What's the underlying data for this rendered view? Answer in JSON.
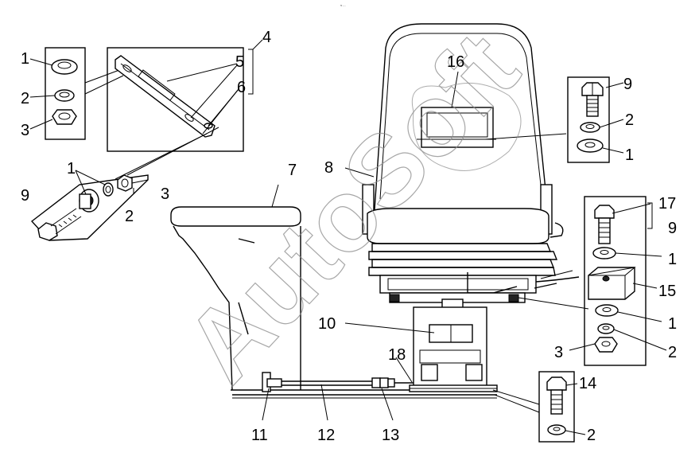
{
  "header": {
    "mark": "≈ ..."
  },
  "watermark": {
    "text": "AutoSoft",
    "color": "#8a8a8a"
  },
  "callouts": [
    {
      "id": "c1a",
      "text": "1"
    },
    {
      "id": "c2a",
      "text": "2"
    },
    {
      "id": "c3a",
      "text": "3"
    },
    {
      "id": "c4",
      "text": "4"
    },
    {
      "id": "c5",
      "text": "5"
    },
    {
      "id": "c6",
      "text": "6"
    },
    {
      "id": "c1b",
      "text": "1"
    },
    {
      "id": "c9a",
      "text": "9"
    },
    {
      "id": "c2b",
      "text": "2"
    },
    {
      "id": "c3b",
      "text": "3"
    },
    {
      "id": "c7",
      "text": "7"
    },
    {
      "id": "c8",
      "text": "8"
    },
    {
      "id": "c16",
      "text": "16"
    },
    {
      "id": "c9b",
      "text": "9"
    },
    {
      "id": "c2c",
      "text": "2"
    },
    {
      "id": "c1c",
      "text": "1"
    },
    {
      "id": "c17",
      "text": "17"
    },
    {
      "id": "c9c",
      "text": "9"
    },
    {
      "id": "c1d",
      "text": "1"
    },
    {
      "id": "c15",
      "text": "15"
    },
    {
      "id": "c1e",
      "text": "1"
    },
    {
      "id": "c10",
      "text": "10"
    },
    {
      "id": "c3c",
      "text": "3"
    },
    {
      "id": "c2d",
      "text": "2"
    },
    {
      "id": "c18",
      "text": "18"
    },
    {
      "id": "c14",
      "text": "14"
    },
    {
      "id": "c11",
      "text": "11"
    },
    {
      "id": "c12",
      "text": "12"
    },
    {
      "id": "c13",
      "text": "13"
    },
    {
      "id": "c2e",
      "text": "2"
    }
  ]
}
